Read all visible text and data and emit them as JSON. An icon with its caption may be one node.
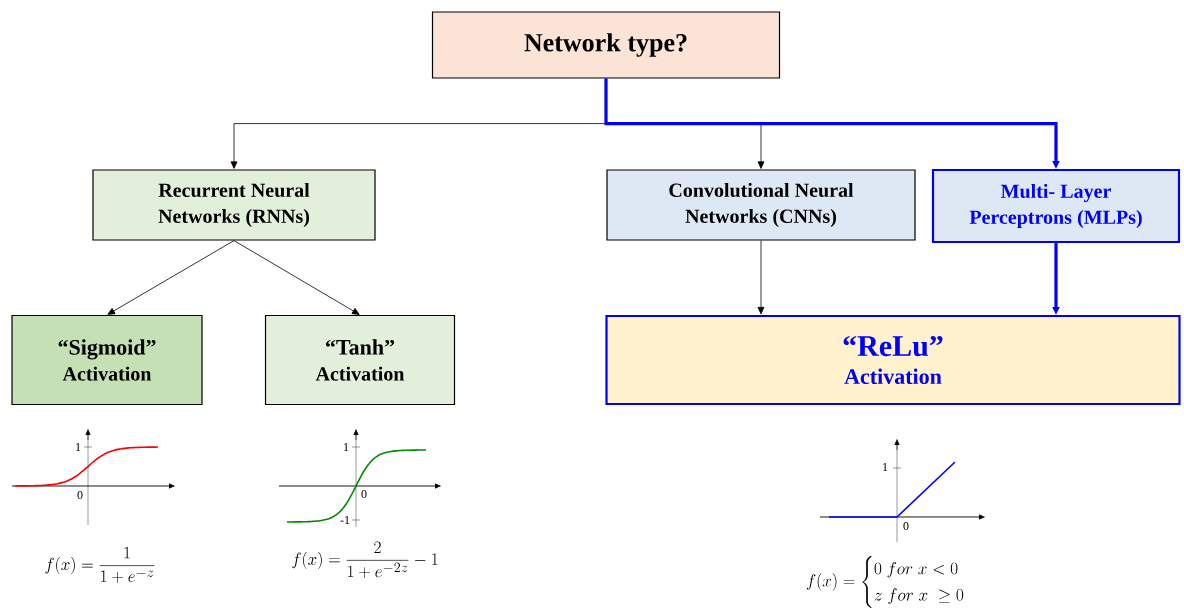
{
  "diagram": {
    "nodes": [
      {
        "text": [
          "Network type?"
        ]
      },
      {
        "text": [
          "Recurrent Neural Networks (RNNs)"
        ]
      },
      {
        "text": [
          "Convolutional Neural Networks (CNNs)"
        ]
      },
      {
        "text": [
          "Multi- Layer Perceptrons (MLPs)"
        ]
      },
      {
        "text": [
          "“Sigmoid”",
          "Activation"
        ]
      },
      {
        "text": [
          "“Tanh”",
          "Activation"
        ]
      },
      {
        "text": [
          "“ReLu”",
          "Activation"
        ]
      }
    ],
    "edges": [
      {
        "from": 0,
        "to": 1,
        "arrow": "to"
      },
      {
        "from": 0,
        "to": 2,
        "arrow": "to"
      },
      {
        "from": 0,
        "to": 3,
        "arrow": "to",
        "style": "thick",
        "color": "#0000ff"
      },
      {
        "from": 1,
        "to": 4,
        "arrow": "to"
      },
      {
        "from": 1,
        "to": 5,
        "arrow": "to"
      },
      {
        "from": 2,
        "to": 6,
        "arrow": "to"
      },
      {
        "from": 3,
        "to": 6,
        "arrow": "to",
        "style": "thick",
        "color": "#0000ff"
      }
    ],
    "labels": [
      "1",
      "0",
      "1",
      "0",
      "-1",
      "1",
      "0",
      "f(x) = \\frac{1}{1+e^{-z}}",
      "f(x) = \\frac{2}{1+e^{-2z}} - 1",
      "f(x) = \\begin{cases} 0\\ for\\ x < 0 \\\\ z\\ for\\ x\\ \\geq 0 \\end{cases}"
    ]
  }
}
